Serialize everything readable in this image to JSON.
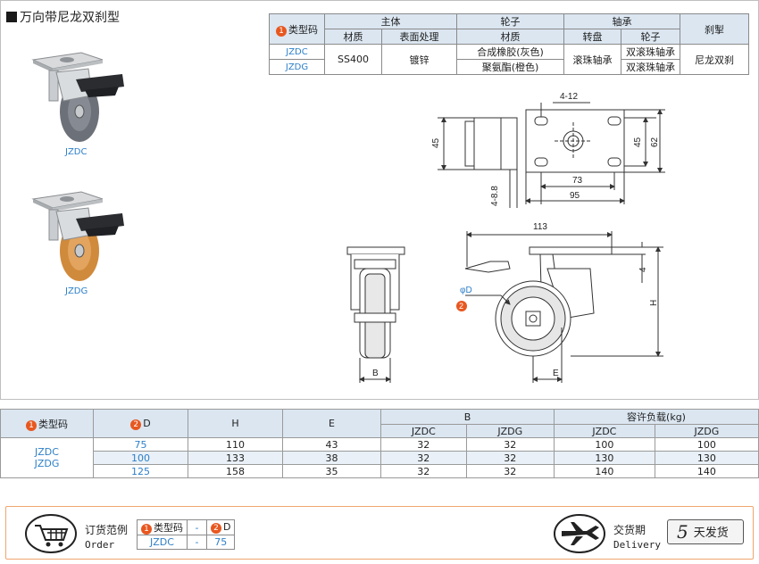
{
  "title": "万向带尼龙双刹型",
  "spec_table": {
    "type_code_label": "类型码",
    "marker1": "1",
    "group_body": "主体",
    "group_wheel": "轮子",
    "group_bearing": "轴承",
    "group_brake": "刹掣",
    "sub_material": "材质",
    "sub_surface": "表面处理",
    "sub_wheel_material": "材质",
    "sub_swivel": "转盘",
    "sub_wheel": "轮子",
    "rows": [
      {
        "code": "JZDC",
        "wheel_material": "合成橡胶(灰色)",
        "wheel_bearing": "双滚珠轴承"
      },
      {
        "code": "JZDG",
        "wheel_material": "聚氨酯(橙色)",
        "wheel_bearing": "双滚珠轴承"
      }
    ],
    "body_material": "SS400",
    "surface": "镀锌",
    "swivel_bearing": "滚珠轴承",
    "brake": "尼龙双刹"
  },
  "product_captions": {
    "first": "JZDC",
    "second": "JZDG"
  },
  "drawing": {
    "dim_4_12": "4-12",
    "dim_45_left": "45",
    "dim_45_right": "45",
    "dim_62": "62",
    "dim_73": "73",
    "dim_95": "95",
    "dim_4_8_8": "4-8.8",
    "dim_113": "113",
    "dim_4": "4",
    "dim_H": "H",
    "dim_phiD": "φD",
    "marker2": "2",
    "dim_B": "B",
    "dim_E": "E"
  },
  "dims_table": {
    "col_type": "类型码",
    "col_D": "D",
    "col_H": "H",
    "col_E": "E",
    "col_B": "B",
    "col_load": "容许负载(kg)",
    "sub_jzdc": "JZDC",
    "sub_jzdg": "JZDG",
    "codes": [
      "JZDC",
      "JZDG"
    ],
    "rows": [
      {
        "D": "75",
        "H": "110",
        "E": "43",
        "B_JZDC": "32",
        "B_JZDG": "32",
        "L_JZDC": "100",
        "L_JZDG": "100"
      },
      {
        "D": "100",
        "H": "133",
        "E": "38",
        "B_JZDC": "32",
        "B_JZDG": "32",
        "L_JZDC": "130",
        "L_JZDG": "130"
      },
      {
        "D": "125",
        "H": "158",
        "E": "35",
        "B_JZDC": "32",
        "B_JZDG": "32",
        "L_JZDC": "140",
        "L_JZDG": "140"
      }
    ]
  },
  "order": {
    "label_cn": "订货范例",
    "label_en": "Order",
    "h_type": "类型码",
    "h_dash": "-",
    "h_D": "D",
    "v_type": "JZDC",
    "v_dash": "-",
    "v_D": "75"
  },
  "delivery": {
    "label_cn": "交货期",
    "label_en": "Delivery",
    "days": "5",
    "suffix": "天发货"
  },
  "colors": {
    "accent": "#e8571f",
    "blue_text": "#2d7fc8",
    "header_bg": "#dbe6f1"
  }
}
